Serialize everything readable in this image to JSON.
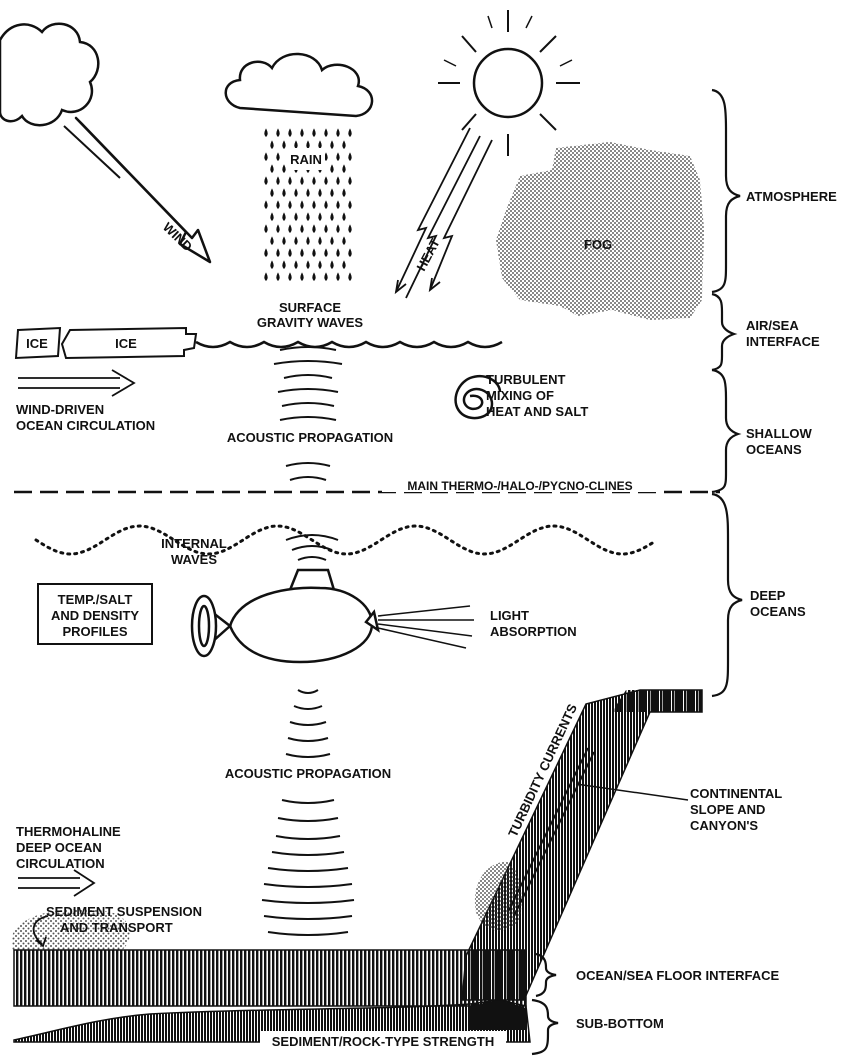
{
  "labels": {
    "rain": "RAIN",
    "wind": "WIND",
    "heat": "HEAT",
    "fog": "FOG",
    "surface_waves_1": "SURFACE",
    "surface_waves_2": "GRAVITY WAVES",
    "ice_small": "ICE",
    "ice_large": "ICE",
    "wind_circ_1": "WIND-DRIVEN",
    "wind_circ_2": "OCEAN CIRCULATION",
    "turbulent_1": "TURBULENT",
    "turbulent_2": "MIXING OF",
    "turbulent_3": "HEAT AND SALT",
    "acoustic_upper": "ACOUSTIC PROPAGATION",
    "clines": "MAIN THERMO-/HALO-/PYCNO-CLINES",
    "internal_1": "INTERNAL",
    "internal_2": "WAVES",
    "temp_1": "TEMP./SALT",
    "temp_2": "AND DENSITY",
    "temp_3": "PROFILES",
    "light_1": "LIGHT",
    "light_2": "ABSORPTION",
    "acoustic_lower": "ACOUSTIC PROPAGATION",
    "turbidity": "TURBIDITY CURRENTS",
    "slope_1": "CONTINENTAL",
    "slope_2": "SLOPE AND",
    "slope_3": "CANYON'S",
    "thermohaline_1": "THERMOHALINE",
    "thermohaline_2": "DEEP OCEAN",
    "thermohaline_3": "CIRCULATION",
    "sediment_1": "SEDIMENT SUSPENSION",
    "sediment_2": "AND TRANSPORT",
    "rock": "SEDIMENT/ROCK-TYPE STRENGTH"
  },
  "zones": {
    "atmosphere": "ATMOSPHERE",
    "air_sea_1": "AIR/SEA",
    "air_sea_2": "INTERFACE",
    "shallow_1": "SHALLOW",
    "shallow_2": "OCEANS",
    "deep_1": "DEEP",
    "deep_2": "OCEANS",
    "floor": "OCEAN/SEA FLOOR INTERFACE",
    "sub_bottom": "SUB-BOTTOM"
  }
}
